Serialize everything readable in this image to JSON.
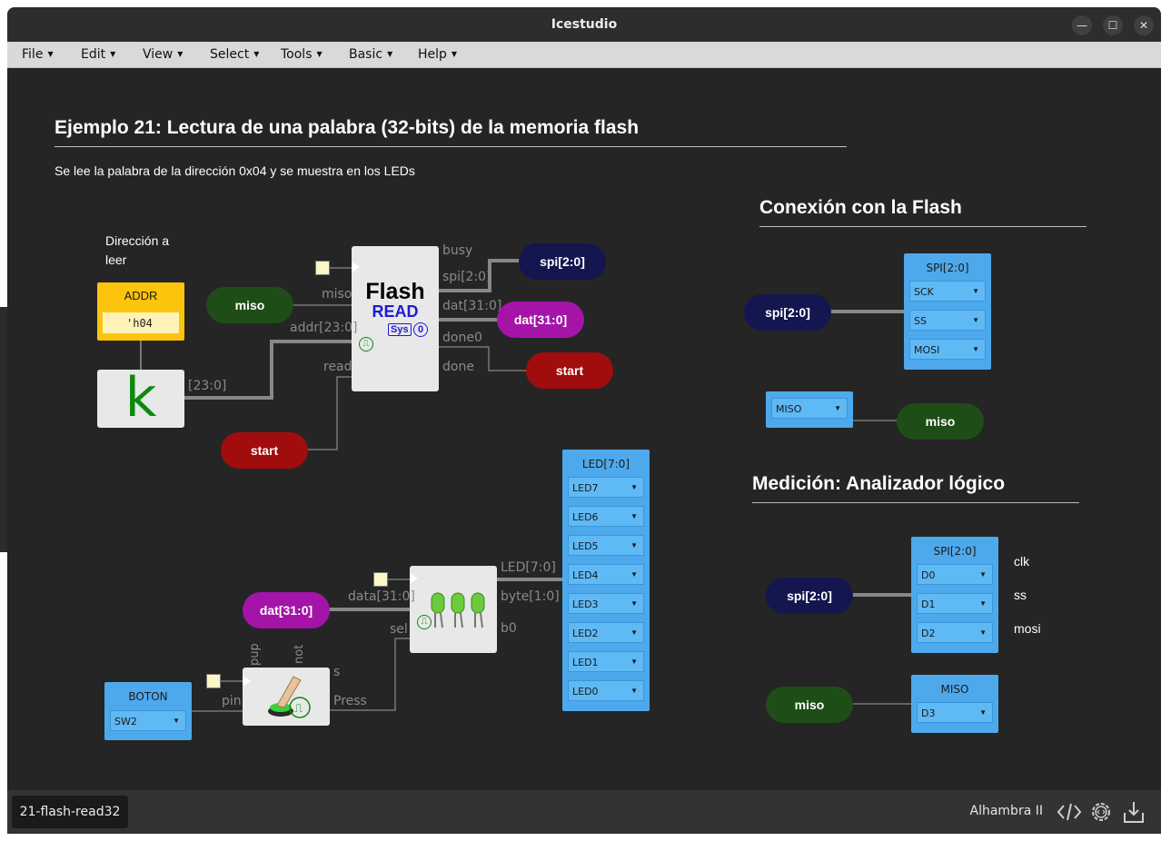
{
  "window": {
    "title": "Icestudio"
  },
  "menu": [
    "File",
    "Edit",
    "View",
    "Select",
    "Tools",
    "Basic",
    "Help"
  ],
  "comments": {
    "heading": "Ejemplo 21: Lectura de una palabra (32-bits) de la memoria flash",
    "description": "Se lee la palabra de la dirección 0x04 y se muestra en los LEDs",
    "addr_note": "Dirección a\nleer",
    "flash_heading": "Conexión con la Flash",
    "analyzer_heading": "Medición: Analizador lógico",
    "clk": "clk",
    "ss": "ss",
    "mosi": "mosi"
  },
  "addr_block": {
    "title": "ADDR",
    "value": "'h04"
  },
  "const_block": {
    "glyph": "k",
    "port": "[23:0]"
  },
  "flash": {
    "title": "Flash",
    "subtitle": "READ",
    "badge": "Sys",
    "badge_num": "0",
    "in_ports": [
      "miso",
      "addr[23:0]",
      "read"
    ],
    "out_ports": [
      "busy",
      "spi[2:0]",
      "dat[31:0]",
      "done0",
      "done"
    ]
  },
  "labels": {
    "miso_in": "miso",
    "spi_out": "spi[2:0]",
    "dat_out": "dat[31:0]",
    "start_out": "start",
    "start_in": "start",
    "dat_in": "dat[31:0]",
    "spi_conn": "spi[2:0]",
    "miso_conn": "miso",
    "spi_an": "spi[2:0]",
    "miso_an": "miso"
  },
  "led_mux": {
    "in_ports": [
      "data[31:0]",
      "sel"
    ],
    "out_ports": [
      "LED[7:0]",
      "byte[1:0]",
      "b0"
    ]
  },
  "button": {
    "top_ports": [
      "pup",
      "not"
    ],
    "in_port": "pin",
    "out_ports": [
      "s",
      "Press"
    ]
  },
  "boton_io": {
    "title": "BOTON",
    "pin": "SW2"
  },
  "led_io": {
    "title": "LED[7:0]",
    "pins": [
      "LED7",
      "LED6",
      "LED5",
      "LED4",
      "LED3",
      "LED2",
      "LED1",
      "LED0"
    ]
  },
  "spi_io": {
    "title": "SPI[2:0]",
    "pins": [
      "SCK",
      "SS",
      "MOSI"
    ]
  },
  "miso_io": {
    "pin": "MISO"
  },
  "an_spi_io": {
    "title": "SPI[2:0]",
    "pins": [
      "D0",
      "D1",
      "D2"
    ]
  },
  "an_miso_io": {
    "title": "MISO",
    "pin": "D3"
  },
  "footer": {
    "tab": "21-flash-read32",
    "board": "Alhambra II"
  },
  "colors": {
    "label_green": "#1f4d17",
    "label_navy": "#141650",
    "label_purple": "#a414a8",
    "label_red": "#a10d0d",
    "io_blue": "#4ea9ec",
    "const_yellow": "#fcc40c"
  }
}
